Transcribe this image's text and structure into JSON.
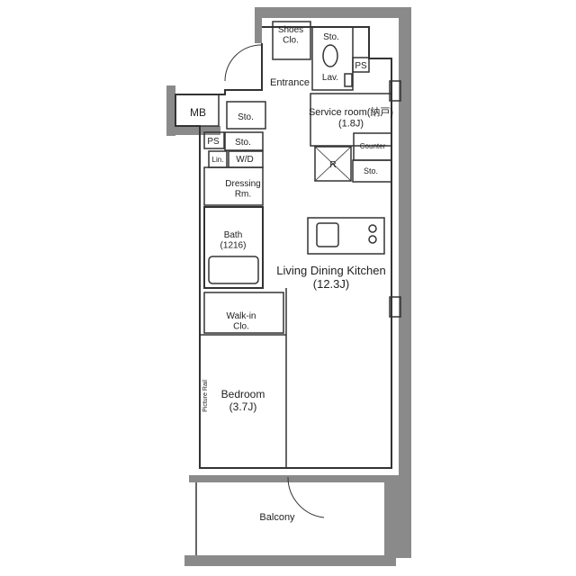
{
  "rooms": {
    "shoes_closet": "Shoes\nClo.",
    "storage_top": "Sto.",
    "lavatory": "Lav.",
    "ps_top": "PS",
    "entrance": "Entrance",
    "mb": "MB",
    "storage_hall": "Sto.",
    "service_room": "Service room(納戸)\n(1.8J)",
    "counter": "Counter",
    "fridge": "R",
    "storage_kitchen": "Sto.",
    "ps_mid": "PS",
    "storage_wd": "Sto.",
    "linen": "Lin.",
    "washer_dryer": "W/D",
    "dressing_room": "Dressing\nRm.",
    "bath": "Bath\n(1216)",
    "ldk": "Living Dining Kitchen\n(12.3J)",
    "walk_in_closet": "Walk-in\nClo.",
    "picture_rail": "Picture Rail",
    "bedroom": "Bedroom\n(3.7J)",
    "balcony": "Balcony"
  },
  "colors": {
    "wall": "#8a8a8a",
    "line": "#333333",
    "background": "#ffffff"
  }
}
